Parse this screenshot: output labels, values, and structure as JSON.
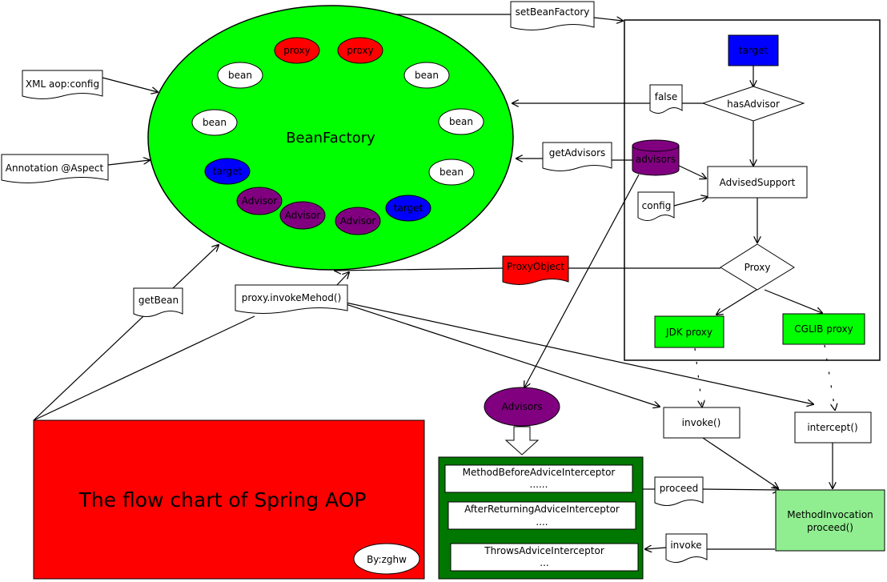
{
  "diagram": {
    "bean_factory": "BeanFactory",
    "factory_items": {
      "proxy_1": "proxy",
      "proxy_2": "proxy",
      "bean_1": "bean",
      "bean_2": "bean",
      "bean_3": "bean",
      "bean_4": "bean",
      "bean_5": "bean",
      "target_1": "target",
      "target_2": "target",
      "advisor_1": "Advisor",
      "advisor_2": "Advisor",
      "advisor_3": "Advisor"
    },
    "inputs": {
      "xml_config": "XML aop:config",
      "annotation": "Annotation @Aspect"
    },
    "labels": {
      "set_bean_factory": "setBeanFactory",
      "false": "false",
      "get_advisors": "getAdvisors",
      "config": "config",
      "proxy_object": "ProxyObject",
      "get_bean": "getBean",
      "proxy_invoke": "proxy.invokeMehod()",
      "proceed": "proceed",
      "invoke_label": "invoke"
    },
    "flow": {
      "target": "target",
      "has_advisor": "hasAdvisor",
      "advisors_db": "advisors",
      "advised_support": "AdvisedSupport",
      "proxy_decision": "Proxy",
      "jdk_proxy": "JDK proxy",
      "cglib_proxy": "CGLIB proxy",
      "invoke_method": "invoke()",
      "intercept_method": "intercept()",
      "advisors_ellipse": "Advisors",
      "method_invocation_1": "MethodInvocation",
      "method_invocation_2": "proceed()"
    },
    "interceptors": {
      "before": "MethodBeforeAdviceInterceptor",
      "before_dots": "......",
      "after": "AfterReturningAdviceInterceptor",
      "after_dots": "....",
      "throws": "ThrowsAdviceInterceptor",
      "throws_dots": "..."
    },
    "banner": {
      "title": "The flow chart of Spring  AOP",
      "author": "By:zghw"
    }
  },
  "colors": {
    "green": "#00ff00",
    "red": "#ff0000",
    "blue": "#0000ff",
    "purple": "#800080",
    "dark_green": "#007700",
    "light_green": "#90ee90"
  }
}
